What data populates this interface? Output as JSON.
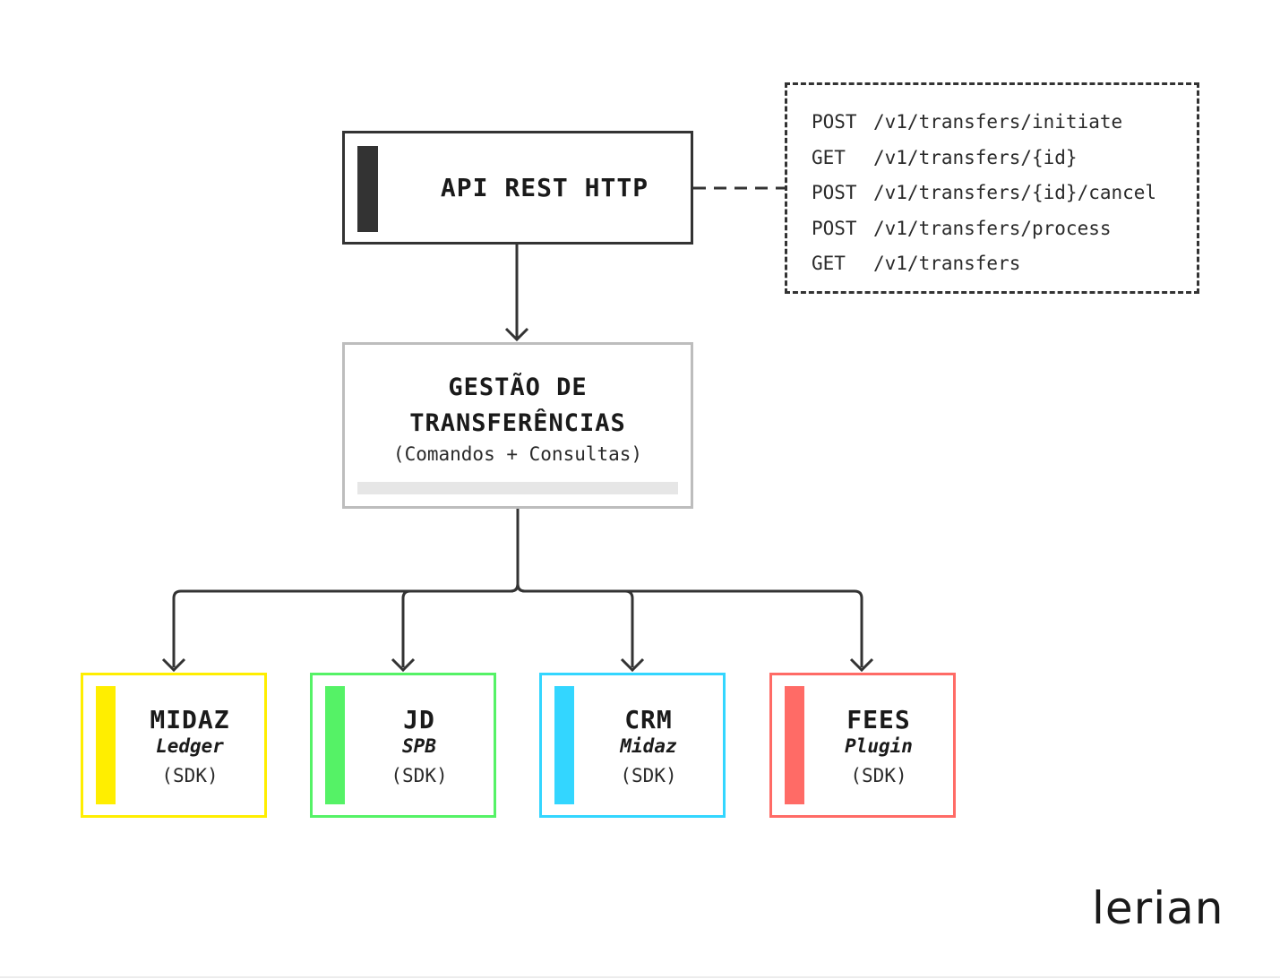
{
  "api": {
    "title": "API REST HTTP"
  },
  "endpoints": [
    {
      "method": "POST",
      "path": "/v1/transfers/initiate"
    },
    {
      "method": "GET",
      "path": "/v1/transfers/{id}"
    },
    {
      "method": "POST",
      "path": "/v1/transfers/{id}/cancel"
    },
    {
      "method": "POST",
      "path": "/v1/transfers/process"
    },
    {
      "method": "GET",
      "path": "/v1/transfers"
    }
  ],
  "gestao": {
    "title_line1": "GESTÃO DE",
    "title_line2": "TRANSFERÊNCIAS",
    "subtitle": "(Comandos + Consultas)"
  },
  "services": [
    {
      "name": "MIDAZ",
      "kind": "Ledger",
      "sdk": "(SDK)",
      "color": "#FFEE00"
    },
    {
      "name": "JD",
      "kind": "SPB",
      "sdk": "(SDK)",
      "color": "#55F266"
    },
    {
      "name": "CRM",
      "kind": "Midaz",
      "sdk": "(SDK)",
      "color": "#33D6FF"
    },
    {
      "name": "FEES",
      "kind": "Plugin",
      "sdk": "(SDK)",
      "color": "#FF6B66"
    }
  ],
  "logo": {
    "text": "lerian"
  }
}
